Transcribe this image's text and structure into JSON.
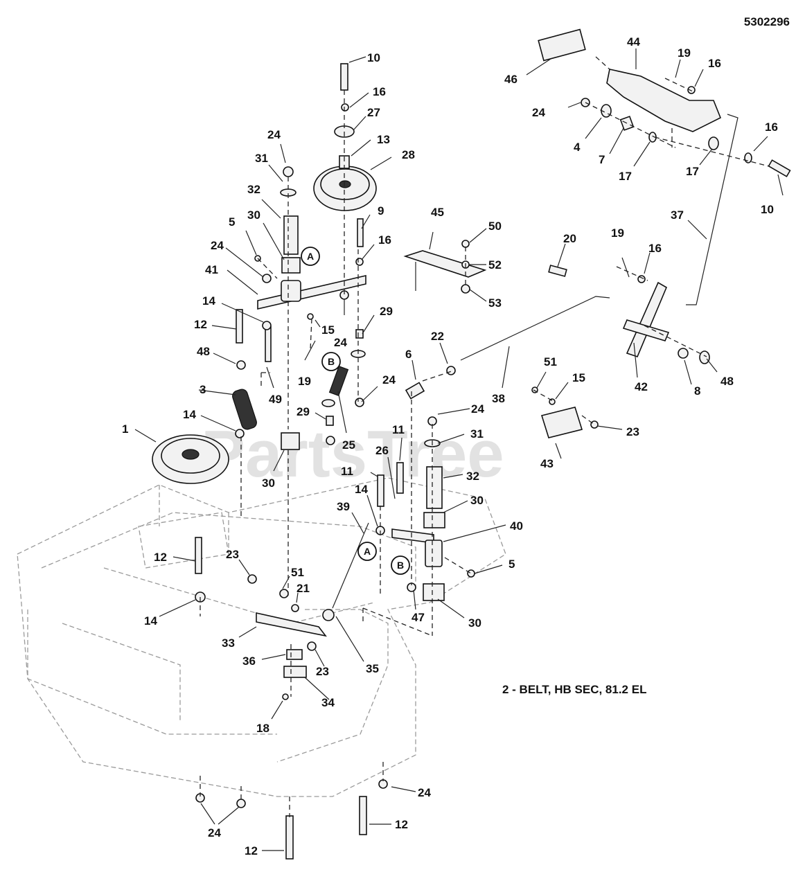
{
  "document": {
    "id": "5302296",
    "note": "2 - BELT, HB SEC, 81.2 EL",
    "watermark": "PartsTree"
  },
  "callouts": [
    {
      "key": "A-top",
      "text": "A"
    },
    {
      "key": "B-top",
      "text": "B"
    },
    {
      "key": "A-bottom",
      "text": "A"
    },
    {
      "key": "B-bottom",
      "text": "B"
    }
  ],
  "labels": [
    "10",
    "16",
    "27",
    "13",
    "28",
    "24",
    "31",
    "32",
    "30",
    "5",
    "24",
    "41",
    "9",
    "16",
    "14",
    "12",
    "15",
    "24",
    "29",
    "48",
    "49",
    "19",
    "3",
    "29",
    "25",
    "24",
    "14",
    "1",
    "30",
    "45",
    "50",
    "52",
    "53",
    "44",
    "46",
    "19",
    "16",
    "24",
    "4",
    "7",
    "17",
    "17",
    "16",
    "10",
    "37",
    "20",
    "19",
    "16",
    "6",
    "22",
    "38",
    "42",
    "8",
    "48",
    "51",
    "15",
    "23",
    "43",
    "24",
    "31",
    "11",
    "26",
    "32",
    "11",
    "14",
    "39",
    "30",
    "40",
    "5",
    "47",
    "30",
    "23",
    "51",
    "21",
    "12",
    "14",
    "33",
    "36",
    "23",
    "35",
    "34",
    "18",
    "24",
    "24",
    "12",
    "12"
  ]
}
